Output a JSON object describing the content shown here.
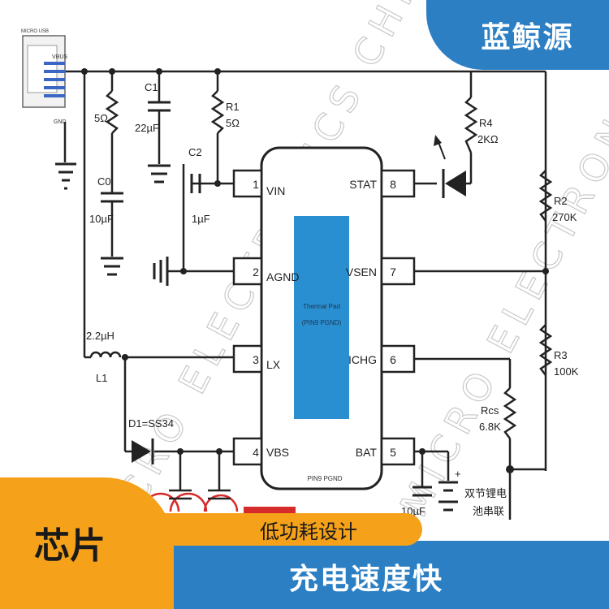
{
  "brand": {
    "name": "蓝鲸源"
  },
  "banners": {
    "chip": "芯片",
    "low_power": "低功耗设计",
    "charge_speed": "充电速度快"
  },
  "watermark": {
    "text": "MICRO ELECTRONICS CHIPS"
  },
  "connector": {
    "title": "MICRO USB",
    "vbus": "VBUS",
    "gnd": "GND"
  },
  "ic": {
    "pins_left": [
      {
        "num": "1",
        "name": "VIN"
      },
      {
        "num": "2",
        "name": "AGND"
      },
      {
        "num": "3",
        "name": "LX"
      },
      {
        "num": "4",
        "name": "VBS"
      }
    ],
    "pins_right": [
      {
        "num": "8",
        "name": "STAT"
      },
      {
        "num": "7",
        "name": "VSEN"
      },
      {
        "num": "6",
        "name": "ICHG"
      },
      {
        "num": "5",
        "name": "BAT"
      }
    ],
    "thermal_pad_line1": "Thermal Pad",
    "thermal_pad_line2": "(PIN9 PGND)",
    "bottom_label": "PIN9 PGND"
  },
  "components": {
    "r_input": "5Ω",
    "c1_name": "C1",
    "c1_value": "22µF",
    "r1_name": "R1",
    "r1_value": "5Ω",
    "c0_name": "C0",
    "c0_value": "10µF",
    "c2_name": "C2",
    "c2_value": "1µF",
    "r4_name": "R4",
    "r4_value": "2KΩ",
    "r2_name": "R2",
    "r2_value": "270K",
    "r3_name": "R3",
    "r3_value": "100K",
    "rcs_name": "Rcs",
    "rcs_value": "6.8K",
    "l1_value": "2.2µH",
    "l1_name": "L1",
    "d1": "D1=SS34",
    "cout_value": "10µF",
    "battery_plus": "+",
    "battery_line1": "双节锂电",
    "battery_line2": "池串联"
  },
  "colors": {
    "brand_blue": "#2d7fc4",
    "accent_orange": "#f5a11a",
    "thermal_pad": "#2a8fd0",
    "usb_blue": "#3b66c4",
    "highlight_red": "#d62b2b"
  }
}
